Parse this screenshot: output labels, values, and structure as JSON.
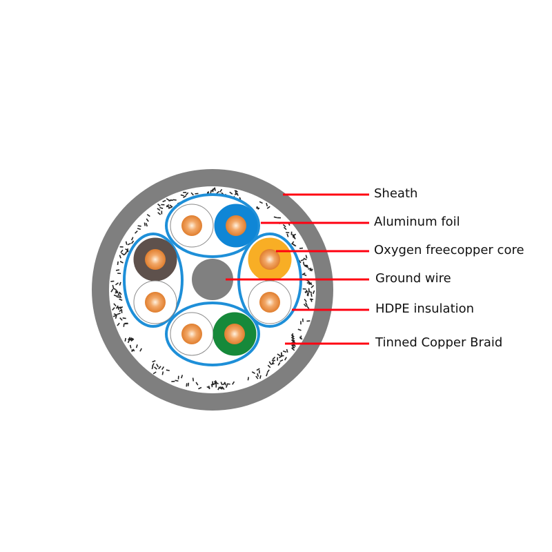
{
  "title": "Cable cross-section",
  "labels": [
    {
      "id": "sheath",
      "text": "Sheath"
    },
    {
      "id": "aluminum-foil",
      "text": "Aluminum foil"
    },
    {
      "id": "oxygen-free-copper-core",
      "text": "Oxygen freecopper core"
    },
    {
      "id": "ground-wire",
      "text": "Ground wire"
    },
    {
      "id": "hdpe-insulation",
      "text": "HDPE insulation"
    },
    {
      "id": "tinned-copper-braid",
      "text": "Tinned Copper Braid"
    }
  ],
  "colors": {
    "sheath": "#7f7f7f",
    "foil": "#1e8fd8",
    "copper": "#e8893a",
    "leader": "#ff0010",
    "ground": "#808080",
    "wire_blue": "#0f86d6",
    "wire_orange": "#f8ae25",
    "wire_brown": "#5e514c",
    "wire_green": "#16893a"
  }
}
